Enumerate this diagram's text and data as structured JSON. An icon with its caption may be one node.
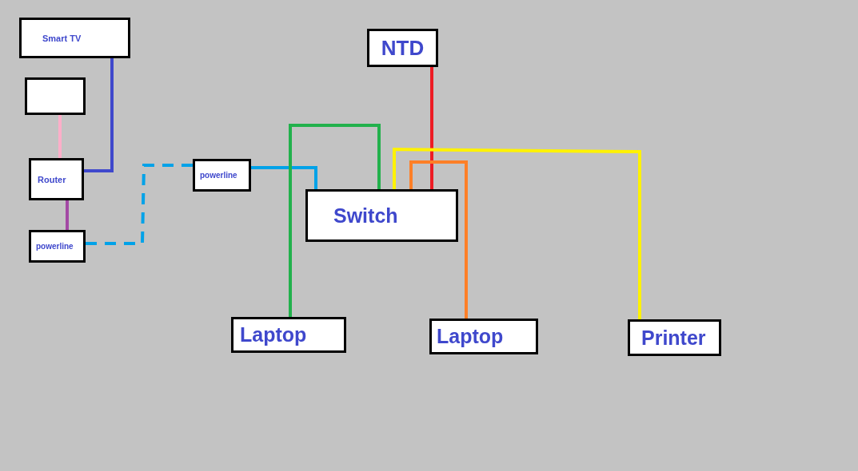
{
  "diagram": {
    "nodes": [
      {
        "text": [
          "Smart TV"
        ]
      },
      {
        "text": [],
        "shape": "box"
      },
      {
        "text": [
          "Router"
        ]
      },
      {
        "text": [
          "powerline"
        ]
      },
      {
        "text": [
          "powerline"
        ]
      },
      {
        "text": [
          "NTD"
        ]
      },
      {
        "text": [
          "Switch"
        ]
      },
      {
        "text": [
          "Laptop"
        ]
      },
      {
        "text": [
          "Laptop"
        ]
      },
      {
        "text": [
          "Printer"
        ]
      }
    ],
    "edges": [
      {
        "from": 0,
        "to": 2,
        "arrow": "none",
        "color": "#3f48cc"
      },
      {
        "from": 1,
        "to": 2,
        "arrow": "none",
        "color": "#ffaec9"
      },
      {
        "from": 2,
        "to": 3,
        "arrow": "none",
        "color": "#a349a4"
      },
      {
        "from": 3,
        "to": 4,
        "arrow": "none",
        "style": "dashed",
        "color": "#00a2e8"
      },
      {
        "from": 4,
        "to": 6,
        "arrow": "none",
        "color": "#00a2e8"
      },
      {
        "from": 5,
        "to": 6,
        "arrow": "none",
        "color": "#ed1c24"
      },
      {
        "from": 6,
        "to": 7,
        "arrow": "none",
        "color": "#22b14c"
      },
      {
        "from": 6,
        "to": 8,
        "arrow": "none",
        "color": "#ff7f27"
      },
      {
        "from": 6,
        "to": 9,
        "arrow": "none",
        "color": "#fff200"
      }
    ]
  }
}
